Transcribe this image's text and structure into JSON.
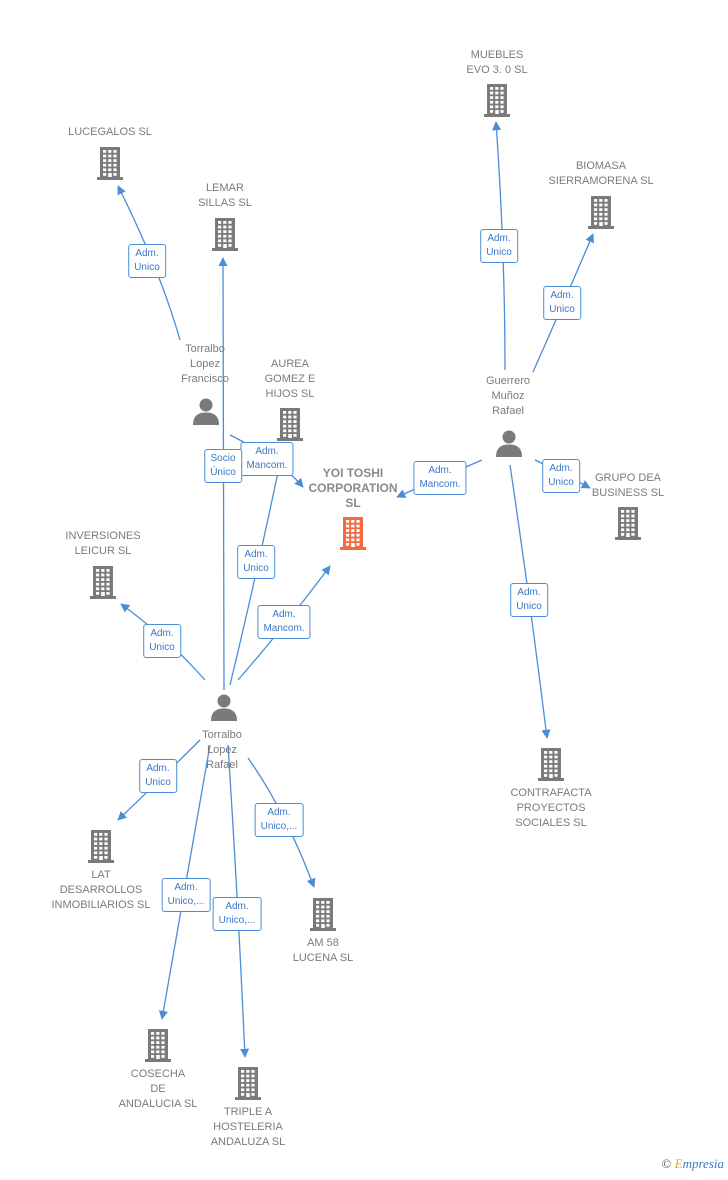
{
  "colors": {
    "edge": "#4a8ed8",
    "company_icon": "#7a7a7a",
    "main_company_icon": "#f26a3d",
    "person_icon": "#7a7a7a"
  },
  "nodes": [
    {
      "id": "yoi",
      "type": "main-company",
      "label": "YOI TOSHI\nCORPORATION\nSL"
    },
    {
      "id": "lucegalos",
      "type": "company",
      "label": "LUCEGALOS SL"
    },
    {
      "id": "lemar",
      "type": "company",
      "label": "LEMAR\nSILLAS SL"
    },
    {
      "id": "aurea",
      "type": "company",
      "label": "AUREA\nGOMEZ E\nHIJOS SL"
    },
    {
      "id": "muebles",
      "type": "company",
      "label": "MUEBLES\nEVO 3. 0 SL"
    },
    {
      "id": "biomasa",
      "type": "company",
      "label": "BIOMASA\nSIERRAMORENA SL"
    },
    {
      "id": "grupodea",
      "type": "company",
      "label": "GRUPO DEA\nBUSINESS SL"
    },
    {
      "id": "inversiones",
      "type": "company",
      "label": "INVERSIONES\nLEICUR SL"
    },
    {
      "id": "contrafacta",
      "type": "company",
      "label": "CONTRAFACTA\nPROYECTOS\nSOCIALES SL"
    },
    {
      "id": "lat",
      "type": "company",
      "label": "LAT\nDESARROLLOS\nINMOBILIARIOS SL"
    },
    {
      "id": "am58",
      "type": "company",
      "label": "AM 58\nLUCENA SL"
    },
    {
      "id": "cosecha",
      "type": "company",
      "label": "COSECHA\nDE\nANDALUCIA SL"
    },
    {
      "id": "triple",
      "type": "company",
      "label": "TRIPLE A\nHOSTELERIA\nANDALUZA SL"
    },
    {
      "id": "francisco",
      "type": "person",
      "label": "Torralbo\nLopez\nFrancisco"
    },
    {
      "id": "guerrero",
      "type": "person",
      "label": "Guerrero\nMuñoz\nRafael"
    },
    {
      "id": "rafael",
      "type": "person",
      "label": "Torralbo\nLopez\nRafael"
    }
  ],
  "edges": [
    {
      "from": "francisco",
      "to": "lucegalos",
      "label": "Adm.\nUnico"
    },
    {
      "from": "francisco",
      "to": "yoi",
      "label": "Adm.\nMancom."
    },
    {
      "from": "rafael",
      "to": "lemar",
      "label": "Socio\nÚnico"
    },
    {
      "from": "rafael",
      "to": "aurea",
      "label": "Adm.\nUnico"
    },
    {
      "from": "rafael",
      "to": "yoi",
      "label": "Adm.\nMancom."
    },
    {
      "from": "rafael",
      "to": "inversiones",
      "label": "Adm.\nUnico"
    },
    {
      "from": "rafael",
      "to": "lat",
      "label": "Adm.\nUnico"
    },
    {
      "from": "rafael",
      "to": "am58",
      "label": "Adm.\nUnico,..."
    },
    {
      "from": "rafael",
      "to": "cosecha",
      "label": "Adm.\nUnico,..."
    },
    {
      "from": "rafael",
      "to": "triple",
      "label": "Adm.\nUnico,..."
    },
    {
      "from": "guerrero",
      "to": "muebles",
      "label": "Adm.\nUnico"
    },
    {
      "from": "guerrero",
      "to": "biomasa",
      "label": "Adm.\nUnico"
    },
    {
      "from": "guerrero",
      "to": "yoi",
      "label": "Adm.\nMancom."
    },
    {
      "from": "guerrero",
      "to": "grupodea",
      "label": "Adm.\nUnico"
    },
    {
      "from": "guerrero",
      "to": "contrafacta",
      "label": "Adm.\nUnico"
    }
  ],
  "footer": {
    "copyright": "©",
    "brand_first": "E",
    "brand_rest": "mpresia"
  }
}
